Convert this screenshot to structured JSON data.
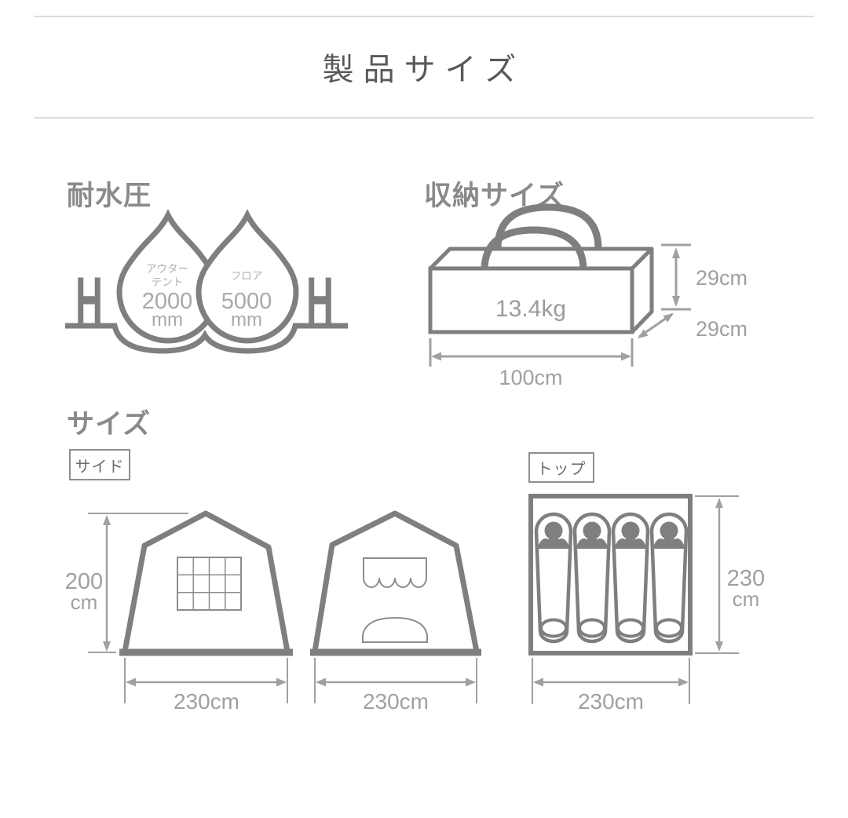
{
  "page": {
    "title": "製品サイズ"
  },
  "water_resistance": {
    "heading": "耐水圧",
    "h_symbol_left": "H",
    "h_symbol_right": "H",
    "outer_tent": {
      "label_line1": "アウター",
      "label_line2": "テント",
      "value": "2000",
      "unit": "mm"
    },
    "floor": {
      "label": "フロア",
      "value": "5000",
      "unit": "mm"
    }
  },
  "storage": {
    "heading": "収納サイズ",
    "weight": "13.4kg",
    "height": "29cm",
    "depth": "29cm",
    "width": "100cm"
  },
  "size": {
    "heading": "サイズ",
    "side": {
      "tag": "サイド",
      "height_value": "200",
      "height_unit": "cm",
      "tent1_width": "230cm",
      "tent2_width": "230cm"
    },
    "top": {
      "tag": "トップ",
      "depth_value": "230",
      "depth_unit": "cm",
      "width": "230cm",
      "sleeping_bag_count": 4
    }
  },
  "colors": {
    "outline_gray": "#7f7f7f",
    "dimension_gray": "#a0a0a0",
    "drop_text_gray": "#b0b0b0",
    "heading_gray": "#8a8a8a",
    "title_gray": "#595959",
    "rule_gray": "#dcdcdc"
  }
}
